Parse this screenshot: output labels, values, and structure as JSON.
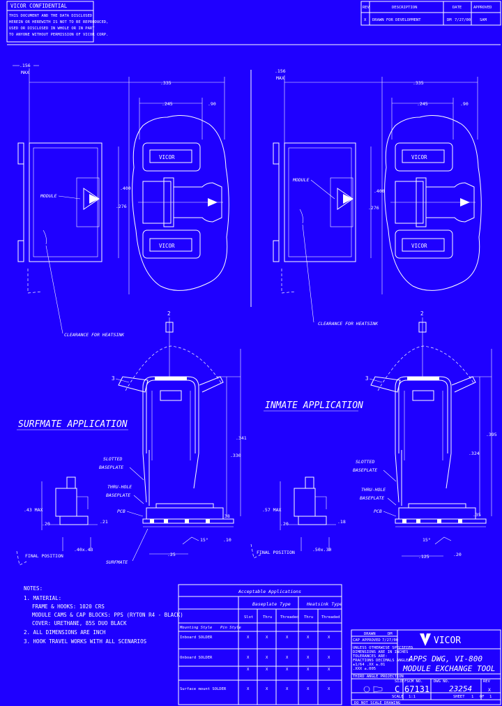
{
  "confidential": {
    "title": "VICOR CONFIDENTIAL",
    "lines": [
      "THIS DOCUMENT AND THE DATA DISCLOSED",
      "HEREIN OR HEREWITH IS NOT TO BE REPRODUCED,",
      "USED OR DISCLOSED IN WHOLE OR IN PART",
      "TO ANYONE WITHOUT PERMISSION OF VICOR CORP."
    ]
  },
  "revision_block": {
    "headers": [
      "REV",
      "DESCRIPTION",
      "DATE",
      "APPROVED"
    ],
    "rev": "X",
    "description": "DRAWN FOR DEVELOPMENT",
    "by": "DM",
    "date": "7/27/00",
    "approved": "SAM"
  },
  "left_view": {
    "dims": {
      "max": ".156",
      "max_word": "MAX",
      "width_total": ".335",
      "width_a": ".245",
      "width_b": ".90",
      "height_a": ".400",
      "height_b": ".276"
    },
    "module_label": "MODULE",
    "clearance_label": "CLEARANCE FOR HEATSINK",
    "logo_top": "VICOR",
    "logo_bottom": "VICOR"
  },
  "right_view": {
    "dims": {
      "max": ".156",
      "max_word": "MAX",
      "width_total": ".335",
      "width_a": ".245",
      "width_b": ".90",
      "height_a": ".400",
      "height_b": ".276"
    },
    "module_label": "MODULE",
    "clearance_label": "CLEARANCE FOR HEATSINK",
    "logo_top": "VICOR",
    "logo_bottom": "VICOR"
  },
  "left_application": {
    "title": "SURFMATE APPLICATION",
    "callout_2": "2",
    "callout_3": "3",
    "dim_341": ".341",
    "dim_330": ".330",
    "slotted": "SLOTTED",
    "slotted2": "BASEPLATE",
    "thruhole": "THRU-HOLE",
    "thruhole2": "BASEPLATE",
    "pcb": "PCB",
    "surfmate": "SURFMATE",
    "final_position": "FINAL POSITION",
    "dim_43": ".43 MAX",
    "dim_20": ".20",
    "dim_21": ".21",
    "dim_38": ".38",
    "dim_10": ".10",
    "dim_15": "15°",
    "dim_25": ".25",
    "dim_4043": ".40x.43"
  },
  "right_application": {
    "title": "INMATE APPLICATION",
    "callout_2": "2",
    "callout_3": "3",
    "dim_395": ".395",
    "dim_324": ".324",
    "slotted": "SLOTTED",
    "slotted2": "BASEPLATE",
    "thruhole": "THRU-HOLE",
    "thruhole2": "BASEPLATE",
    "pcb": "PCB",
    "final_position": "FINAL POSITION",
    "dim_57": ".57 MAX",
    "dim_20": ".20",
    "dim_18": ".18",
    "dim_125": ".125",
    "dim_35": ".35",
    "dim_20b": ".20",
    "dim_5030": ".50x.30",
    "dim_15": "15°"
  },
  "notes": {
    "heading": "NOTES:",
    "items": [
      "1. MATERIAL:",
      "FRAME & HOOKS: 1020 CRS",
      "MODULE CAMS & CAP BLOCKS: PPS (RYTON R4 - BLACK)",
      "COVER: URETHANE, 85S DUO BLACK",
      "2. ALL DIMENSIONS ARE INCH",
      "3. HOOK TRAVEL WORKS WITH ALL SCENARIOS"
    ]
  },
  "applications_table": {
    "title": "Acceptable Applications",
    "group_a": "Baseplate Type",
    "group_b": "Heatsink Type",
    "columns": [
      "Slot",
      "Thru",
      "Threaded",
      "Thru",
      "Threaded"
    ],
    "row_header_a": "Mounting Style",
    "row_header_b": "Pin Style",
    "rows": [
      {
        "name": "Inboard SOLDER",
        "marks": [
          "X",
          "X",
          "X",
          "X",
          "X"
        ]
      },
      {
        "name": "Onboard SOLDER",
        "marks": [
          "X",
          "X",
          "X",
          "X",
          "X"
        ]
      },
      {
        "name": "",
        "marks": [
          "X",
          "X",
          "X",
          "X",
          "X"
        ]
      },
      {
        "name": "Surface mount SOLDER",
        "marks": [
          "X",
          "X",
          "X",
          "X",
          "X"
        ]
      }
    ]
  },
  "title_block": {
    "logo": "VICOR",
    "drawn": "DRAWN",
    "drawn_by": "DM",
    "cap_approved": "CAP APPROVED",
    "cap_date": "7/27/00",
    "spec_lines": [
      "UNLESS OTHERWISE SPECIFIED",
      "DIMENSIONS ARE IN INCHES",
      "TOLERANCES ARE:",
      "FRACTIONS  DECIMALS  ANGLES",
      "±1/64     .XX ±.01",
      "          .XXX ±.005"
    ],
    "title_line1": "APPS DWG, VI-800",
    "title_line2": "MODULE EXCHANGE TOOL",
    "third_angle": "THIRD ANGLE PROJECTION",
    "size_label": "SIZE",
    "size": "C",
    "fscm_label": "FSCM NO.",
    "fscm": "67131",
    "dwg_label": "DWG NO.",
    "dwg_no": "23254",
    "rev_label": "REV",
    "rev": "X",
    "scale_label": "SCALE",
    "scale": "1:1",
    "sheet_label": "SHEET",
    "sheet": "1",
    "of_label": "OF",
    "sheets": "1",
    "do_not_scale": "DO NOT SCALE DRAWING"
  }
}
